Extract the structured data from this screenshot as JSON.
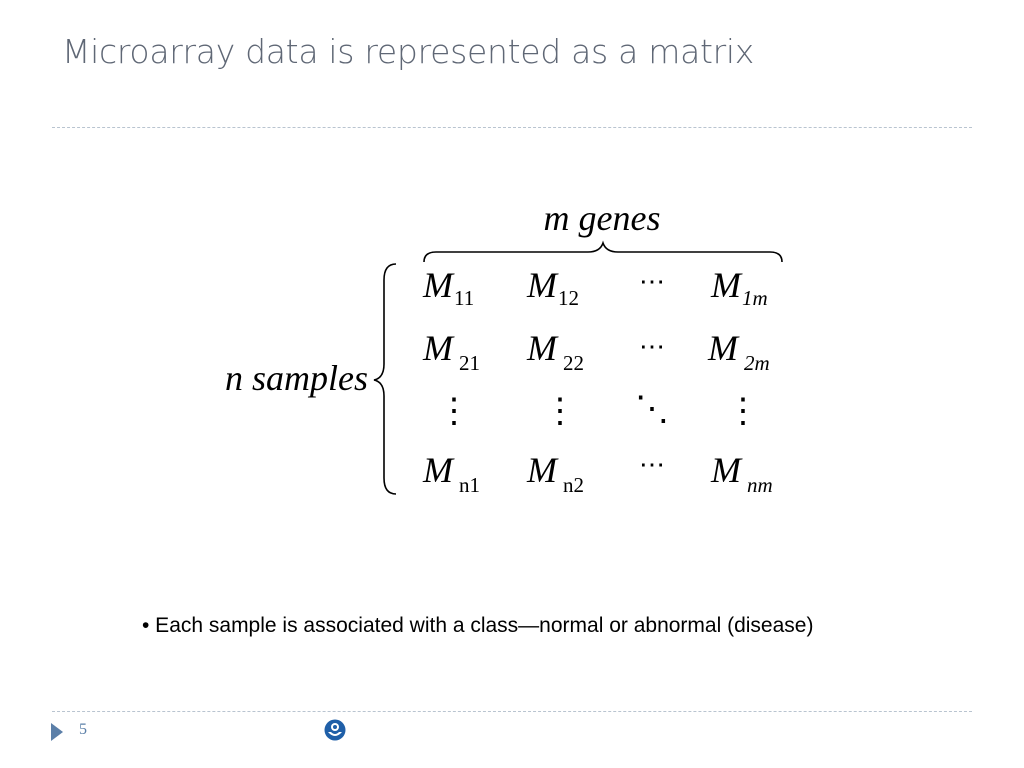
{
  "slide": {
    "title": "Microarray data is represented as a matrix",
    "bullet": "• Each sample is associated with a class—normal or abnormal (disease)",
    "page_number": "5"
  },
  "matrix": {
    "column_label": "m genes",
    "row_label": "n samples",
    "rows": [
      [
        {
          "base": "M",
          "sub": "11"
        },
        {
          "base": "M",
          "sub": "12"
        },
        {
          "base": "⋯",
          "sub": ""
        },
        {
          "base": "M",
          "sub": "1m"
        }
      ],
      [
        {
          "base": "M",
          "sub": "21"
        },
        {
          "base": "M",
          "sub": "22"
        },
        {
          "base": "⋯",
          "sub": ""
        },
        {
          "base": "M",
          "sub": "2m"
        }
      ],
      [
        {
          "base": "⋮",
          "sub": ""
        },
        {
          "base": "⋮",
          "sub": ""
        },
        {
          "base": "⋱",
          "sub": ""
        },
        {
          "base": "⋮",
          "sub": ""
        }
      ],
      [
        {
          "base": "M",
          "sub": "n1"
        },
        {
          "base": "M",
          "sub": "n2"
        },
        {
          "base": "⋯",
          "sub": ""
        },
        {
          "base": "M",
          "sub": "nm"
        }
      ]
    ]
  },
  "colors": {
    "title": "#5f6775",
    "accent": "#5b7fa8",
    "logo": "#1f5fa8"
  },
  "icons": {
    "footer_arrow": "triangle-right-icon",
    "logo": "institution-logo-icon"
  }
}
